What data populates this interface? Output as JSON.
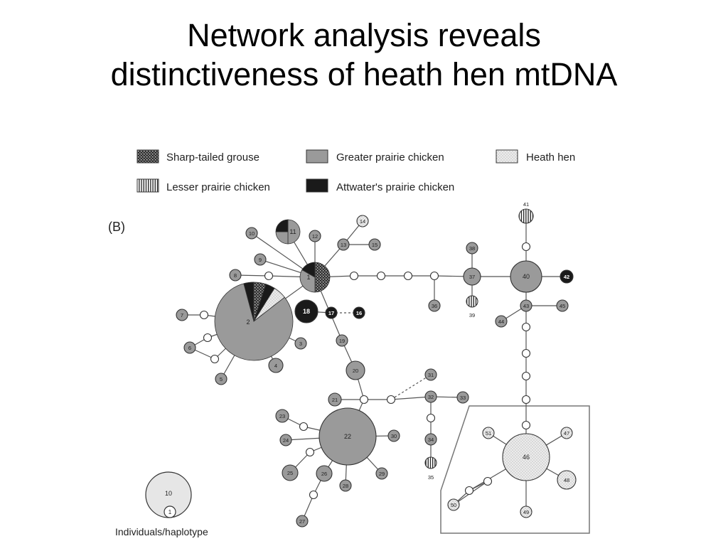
{
  "slide": {
    "title_line1": "Network analysis reveals",
    "title_line2": "distinctiveness of heath hen mtDNA"
  },
  "figure": {
    "panel_label": "(B)",
    "scale_big": "10",
    "scale_small": "1",
    "scale_caption": "Individuals/haplotype",
    "legend": [
      {
        "key": "sharp",
        "label": "Sharp-tailed grouse"
      },
      {
        "key": "greater",
        "label": "Greater prairie chicken"
      },
      {
        "key": "heath",
        "label": "Heath hen"
      },
      {
        "key": "lesser",
        "label": "Lesser prairie chicken"
      },
      {
        "key": "attwater",
        "label": "Attwater's prairie chicken"
      }
    ],
    "colors": {
      "greater": "#9a9a9a",
      "heath": "#e6e6e6",
      "attwater": "#1a1a1a",
      "node_outline": "#333333",
      "link": "#555555",
      "box": "#777777"
    },
    "haplotypes": [
      {
        "id": "1",
        "type": "mixed-1"
      },
      {
        "id": "2",
        "type": "mixed-2"
      },
      {
        "id": "3",
        "type": "greater"
      },
      {
        "id": "4",
        "type": "greater"
      },
      {
        "id": "5",
        "type": "greater"
      },
      {
        "id": "6",
        "type": "greater"
      },
      {
        "id": "7",
        "type": "greater"
      },
      {
        "id": "8",
        "type": "greater"
      },
      {
        "id": "9",
        "type": "greater"
      },
      {
        "id": "10",
        "type": "greater"
      },
      {
        "id": "11",
        "type": "mixed-11"
      },
      {
        "id": "12",
        "type": "greater"
      },
      {
        "id": "13",
        "type": "greater"
      },
      {
        "id": "14",
        "type": "heath"
      },
      {
        "id": "15",
        "type": "greater"
      },
      {
        "id": "16",
        "type": "attwater"
      },
      {
        "id": "17",
        "type": "attwater"
      },
      {
        "id": "18",
        "type": "attwater"
      },
      {
        "id": "19",
        "type": "greater"
      },
      {
        "id": "20",
        "type": "greater"
      },
      {
        "id": "21",
        "type": "greater"
      },
      {
        "id": "22",
        "type": "greater"
      },
      {
        "id": "23",
        "type": "greater"
      },
      {
        "id": "24",
        "type": "greater"
      },
      {
        "id": "25",
        "type": "greater"
      },
      {
        "id": "26",
        "type": "greater"
      },
      {
        "id": "27",
        "type": "greater"
      },
      {
        "id": "28",
        "type": "greater"
      },
      {
        "id": "29",
        "type": "greater"
      },
      {
        "id": "30",
        "type": "greater"
      },
      {
        "id": "31",
        "type": "greater"
      },
      {
        "id": "32",
        "type": "greater"
      },
      {
        "id": "33",
        "type": "greater"
      },
      {
        "id": "34",
        "type": "greater"
      },
      {
        "id": "35",
        "type": "lesser"
      },
      {
        "id": "36",
        "type": "greater"
      },
      {
        "id": "37",
        "type": "greater"
      },
      {
        "id": "38",
        "type": "greater"
      },
      {
        "id": "39",
        "type": "lesser"
      },
      {
        "id": "40",
        "type": "greater"
      },
      {
        "id": "41",
        "type": "lesser"
      },
      {
        "id": "42",
        "type": "attwater"
      },
      {
        "id": "43",
        "type": "greater"
      },
      {
        "id": "44",
        "type": "greater"
      },
      {
        "id": "45",
        "type": "greater"
      },
      {
        "id": "46",
        "type": "heath"
      },
      {
        "id": "47",
        "type": "heath"
      },
      {
        "id": "48",
        "type": "heath"
      },
      {
        "id": "49",
        "type": "heath"
      },
      {
        "id": "50",
        "type": "heath"
      },
      {
        "id": "51",
        "type": "heath"
      }
    ]
  }
}
